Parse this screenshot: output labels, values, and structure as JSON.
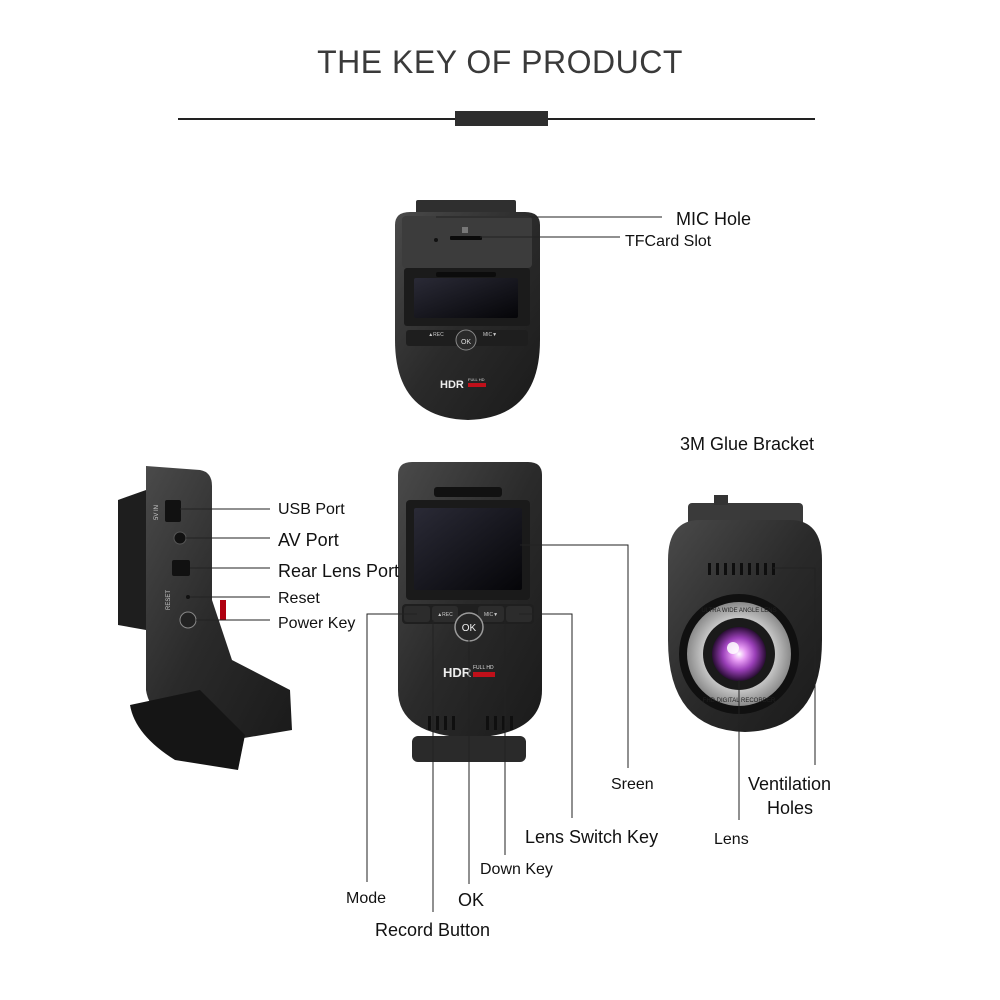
{
  "header": {
    "title": "THE KEY OF PRODUCT"
  },
  "colors": {
    "body": "#2b2b2b",
    "screen": "#0b0b0f",
    "accent": "#c0101a",
    "lens": "#b04cd0"
  },
  "device_text": {
    "hdr": "HDR",
    "full_hd": "FULL HD",
    "ok": "OK",
    "rec": "▲REC",
    "mic": "MIC▼",
    "side_5v": "5V IN",
    "side_reset": "RESET",
    "lens_ring_top": "ULTRA WIDE ANGLE LENS",
    "lens_ring_bottom": "FHD DIGITAL RECORDER"
  },
  "callouts": {
    "mic_hole": "MIC Hole",
    "tfcard_slot": "TFCard Slot",
    "usb_port": "USB Port",
    "av_port": "AV Port",
    "rear_lens_port": "Rear Lens Port",
    "reset": "Reset",
    "power_key": "Power Key",
    "glue_bracket": "3M Glue Bracket",
    "screen": "Sreen",
    "ventilation_1": "Ventilation",
    "ventilation_2": "Holes",
    "lens": "Lens",
    "lens_switch_key": "Lens Switch Key",
    "down_key": "Down Key",
    "mode": "Mode",
    "ok": "OK",
    "record_button": "Record Button"
  }
}
